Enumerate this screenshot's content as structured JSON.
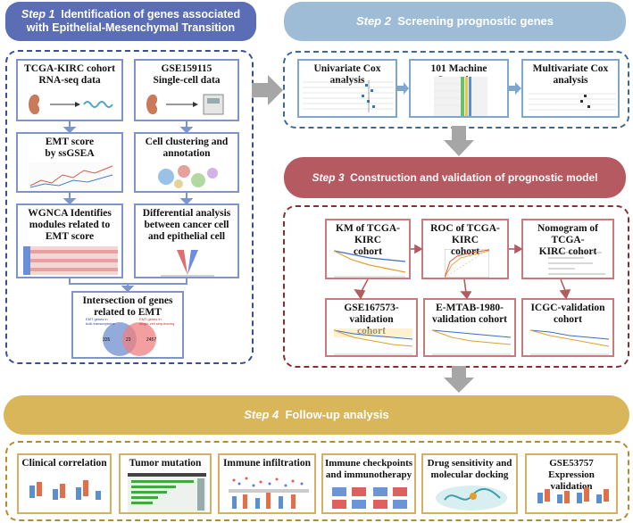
{
  "step1": {
    "step": "Step 1",
    "title_line1": "Identification of genes associated",
    "title_line2": "with Epithelial-Mesenchymal Transition",
    "boxes": [
      "TCGA-KIRC cohort\nRNA-seq data",
      "GSE159115\nSingle-cell data",
      "EMT score\nby ssGSEA",
      "Cell clustering and\nannotation",
      "WGNCA Identifies\nmodules related to\nEMT score",
      "Differential analysis\nbetween cancer cell\nand epithelial cell",
      "Intersection of genes\nrelated to EMT"
    ],
    "venn": {
      "left_label": "EMT genes in\nbulk transcriptome",
      "right_label": "EMT genes in\nsingle-cell sequencing",
      "left_count": "335",
      "overlap_count": "23",
      "right_count": "2457"
    }
  },
  "step2": {
    "step": "Step 2",
    "title": "Screening prognostic genes",
    "boxes": [
      "Univariate Cox analysis",
      "101 Machine Learning",
      "Multivariate Cox\nanalysis"
    ]
  },
  "step3": {
    "step": "Step 3",
    "title": "Construction and validation of prognostic model",
    "boxes": [
      "KM of TCGA-KIRC\ncohort",
      "ROC of TCGA-KIRC\ncohort",
      "Nomogram of TCGA-\nKIRC cohort",
      "GSE167573-validation\ncohort",
      "E-MTAB-1980-\nvalidation cohort",
      "ICGC-validation\ncohort"
    ]
  },
  "step4": {
    "step": "Step 4",
    "title": "Follow-up analysis",
    "boxes": [
      "Clinical correlation",
      "Tumor mutation",
      "Immune infiltration",
      "Immune checkpoints\nand immunotherapy",
      "Drug sensitivity and\nmolecular docking",
      "GSE53757 Expression\nvalidation"
    ]
  },
  "colors": {
    "step1": "#5a6db5",
    "step2": "#9fbcd6",
    "step3": "#b55a60",
    "step4": "#d9b65a",
    "border1": "#3a4e96",
    "border2": "#3a6a9c",
    "border3": "#8a2e34",
    "border4": "#b88a2a",
    "arrow": "#a6a6a6"
  }
}
